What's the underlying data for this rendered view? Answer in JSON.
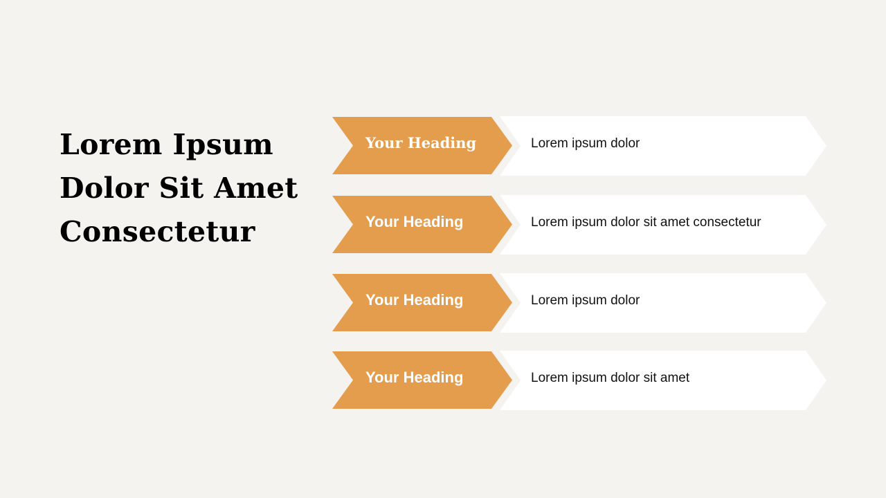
{
  "title": {
    "lines": [
      "Lorem Ipsum",
      "Dolor Sit Amet",
      "Consectetur"
    ]
  },
  "colors": {
    "background": "#f4f3ef",
    "accent": "#e49c4d",
    "card": "#ffffff",
    "text": "#111111"
  },
  "rows": [
    {
      "heading": "Your Heading",
      "description": "Lorem ipsum dolor"
    },
    {
      "heading": "Your Heading",
      "description": "Lorem ipsum dolor sit amet consectetur"
    },
    {
      "heading": "Your Heading",
      "description": "Lorem ipsum dolor"
    },
    {
      "heading": "Your Heading",
      "description": "Lorem ipsum dolor sit amet"
    }
  ]
}
